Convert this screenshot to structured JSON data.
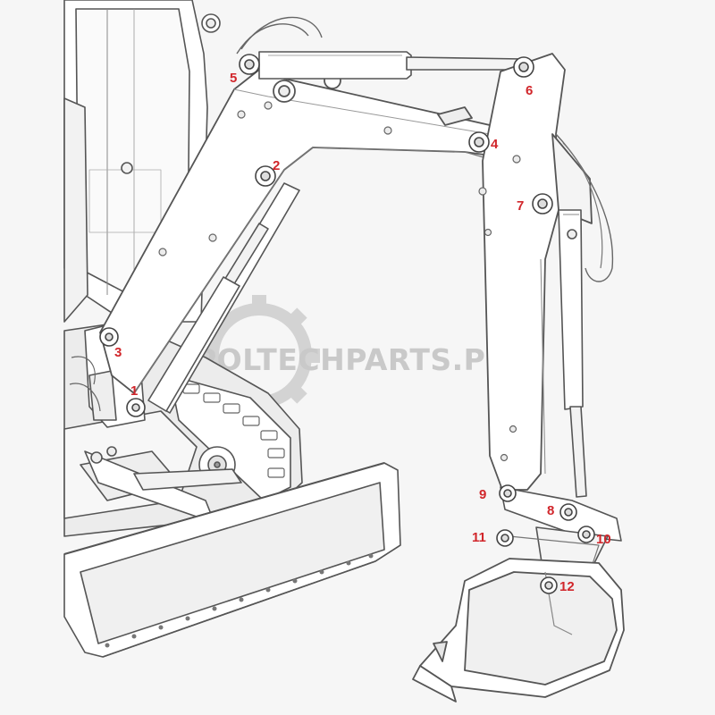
{
  "colors": {
    "background": "#f6f6f6",
    "machine_fill": "#ffffff",
    "machine_stroke": "#555555",
    "shade": "#e6e6e6",
    "pin_label": "#d1262b",
    "watermark": "#c9c9c9"
  },
  "watermark": {
    "text": "POLTECHPARTS.PL"
  },
  "pins": [
    {
      "label": "1"
    },
    {
      "label": "2"
    },
    {
      "label": "3"
    },
    {
      "label": "4"
    },
    {
      "label": "5"
    },
    {
      "label": "6"
    },
    {
      "label": "7"
    },
    {
      "label": "8"
    },
    {
      "label": "9"
    },
    {
      "label": "10"
    },
    {
      "label": "11"
    },
    {
      "label": "12"
    }
  ]
}
